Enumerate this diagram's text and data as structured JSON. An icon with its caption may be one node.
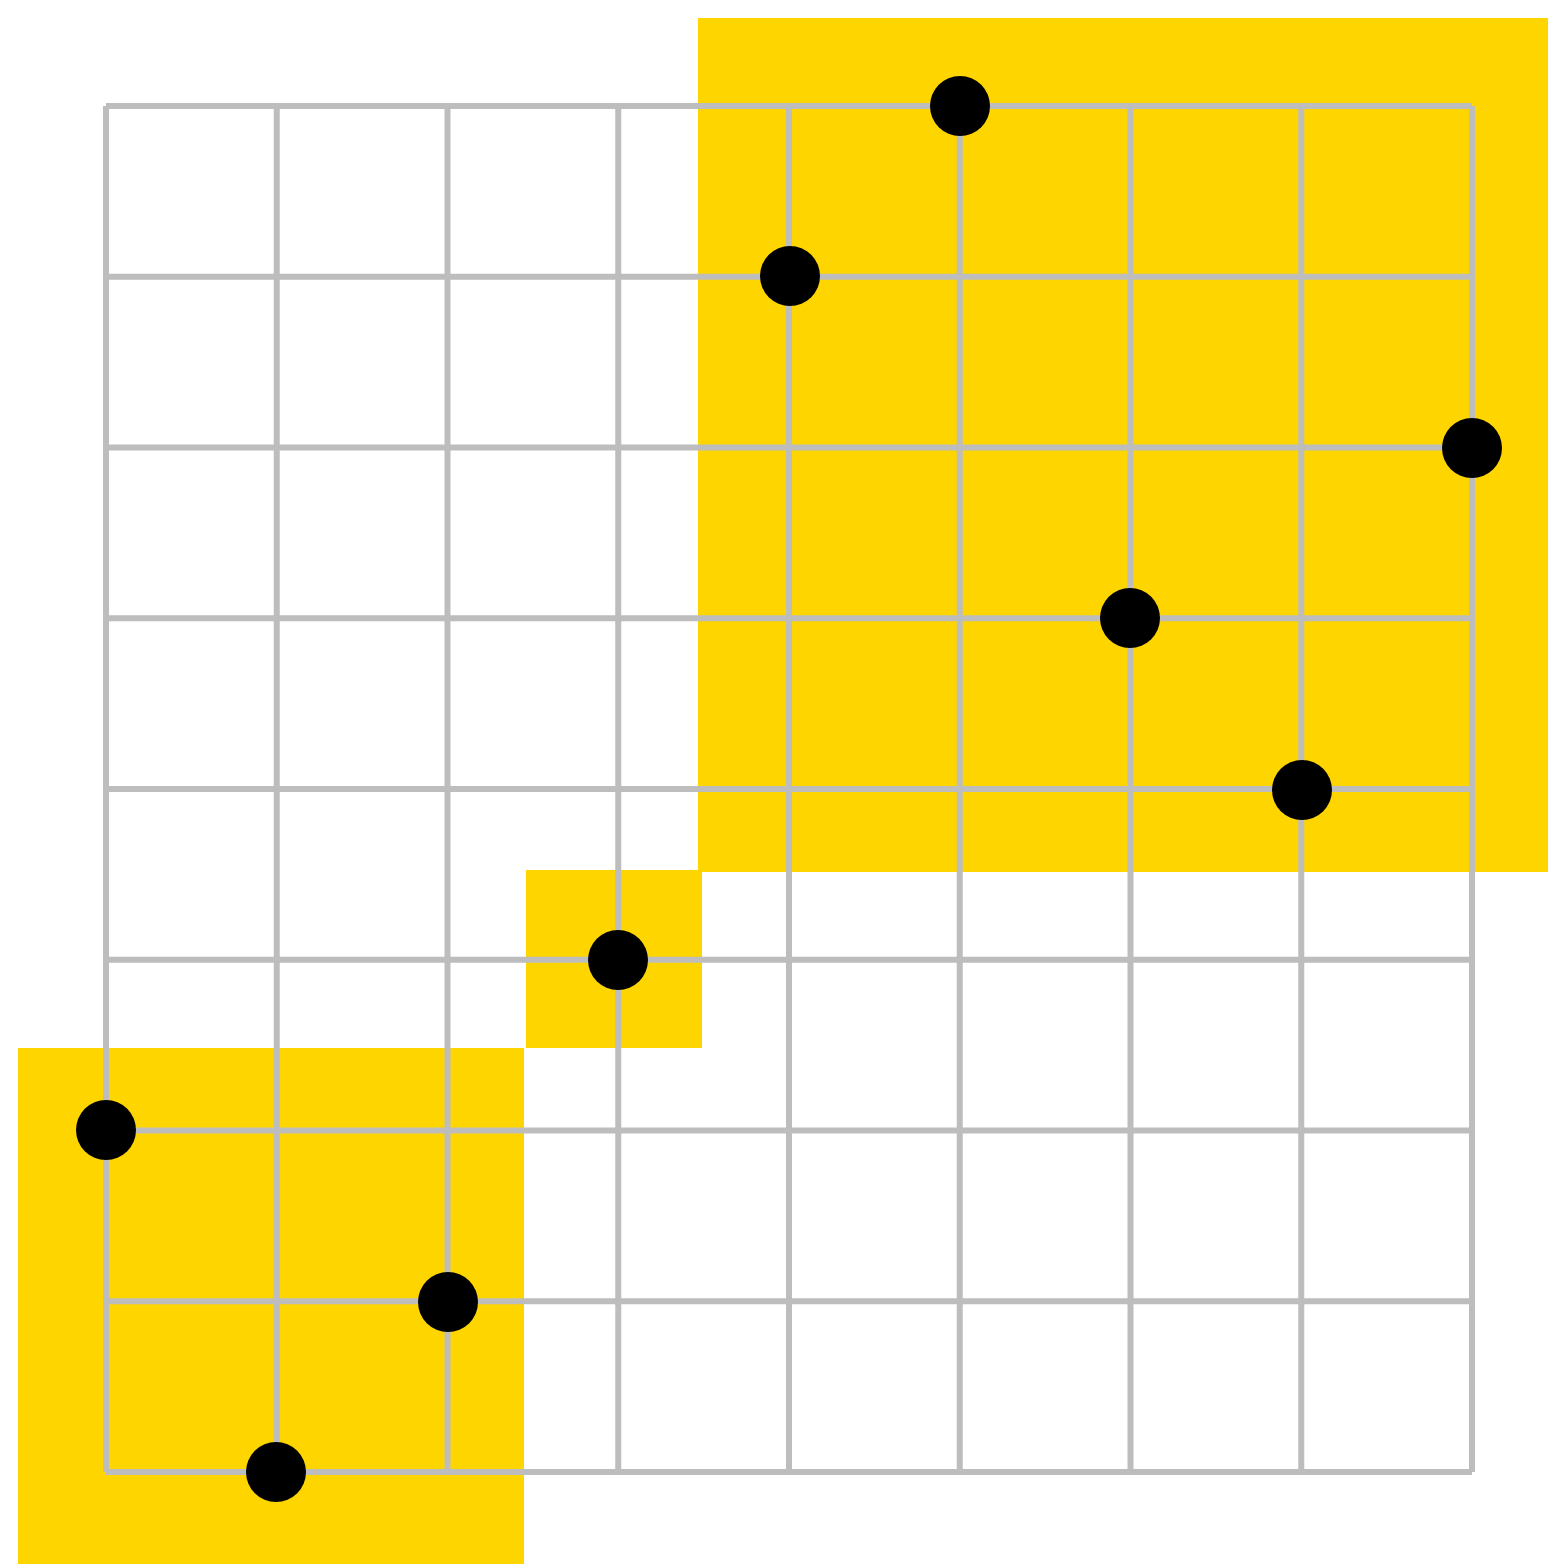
{
  "diagram": {
    "nodes": [
      {
        "text": [],
        "shape": "box"
      },
      {
        "text": [],
        "shape": "circle",
        "in": 0
      },
      {
        "text": [],
        "shape": "circle",
        "in": 0
      },
      {
        "text": [],
        "shape": "circle",
        "in": 0
      },
      {
        "text": [],
        "shape": "circle",
        "in": 0
      },
      {
        "text": [],
        "shape": "circle",
        "in": 0
      },
      {
        "text": [],
        "shape": "box"
      },
      {
        "text": [],
        "shape": "circle",
        "in": 6
      },
      {
        "text": [],
        "shape": "box"
      },
      {
        "text": [],
        "shape": "circle",
        "in": 8
      },
      {
        "text": [],
        "shape": "circle",
        "in": 8
      },
      {
        "text": [],
        "shape": "circle",
        "in": 8
      }
    ]
  }
}
